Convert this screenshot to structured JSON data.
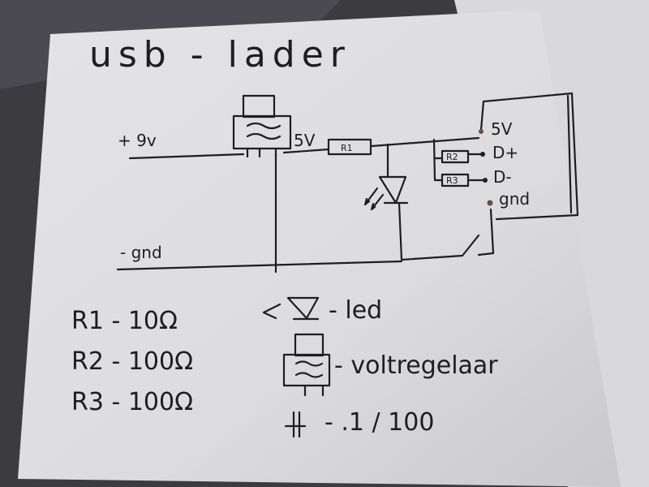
{
  "title": "usb - lader",
  "schematic": {
    "input_positive": "+ 9v",
    "input_ground": "- gnd",
    "regulator_output": "5V",
    "r1": "R1",
    "r2": "R2",
    "r3": "R3",
    "usb_pins": [
      "5V",
      "D+",
      "D-",
      "gnd"
    ]
  },
  "legend": {
    "resistors": [
      "R1 - 10Ω",
      "R2 - 100Ω",
      "R3 - 100Ω"
    ],
    "led": "- led",
    "regulator": "- voltregelaar",
    "capacitor": "- .1 / 100"
  }
}
